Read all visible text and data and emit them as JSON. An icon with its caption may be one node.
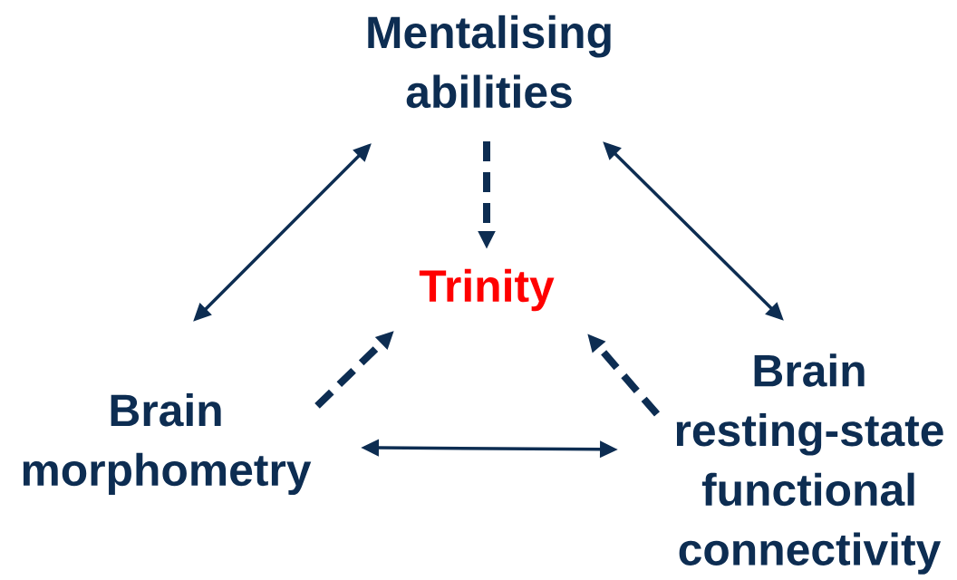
{
  "diagram": {
    "nodes": [
      {
        "text": [
          "Mentalising abilities"
        ]
      },
      {
        "text": [
          "Trinity"
        ]
      },
      {
        "text": [
          "Brain morphometry"
        ]
      },
      {
        "text": [
          "Brain resting-state functional connectivity"
        ]
      }
    ],
    "edges": [
      {
        "from": 0,
        "to": 2,
        "arrow": "both"
      },
      {
        "from": 0,
        "to": 3,
        "arrow": "both"
      },
      {
        "from": 0,
        "to": 1,
        "arrow": "to",
        "style": "dashed"
      },
      {
        "from": 2,
        "to": 1,
        "arrow": "to",
        "style": "dashed"
      },
      {
        "from": 3,
        "to": 1,
        "arrow": "to",
        "style": "dashed"
      },
      {
        "from": 2,
        "to": 3,
        "arrow": "both"
      }
    ]
  }
}
